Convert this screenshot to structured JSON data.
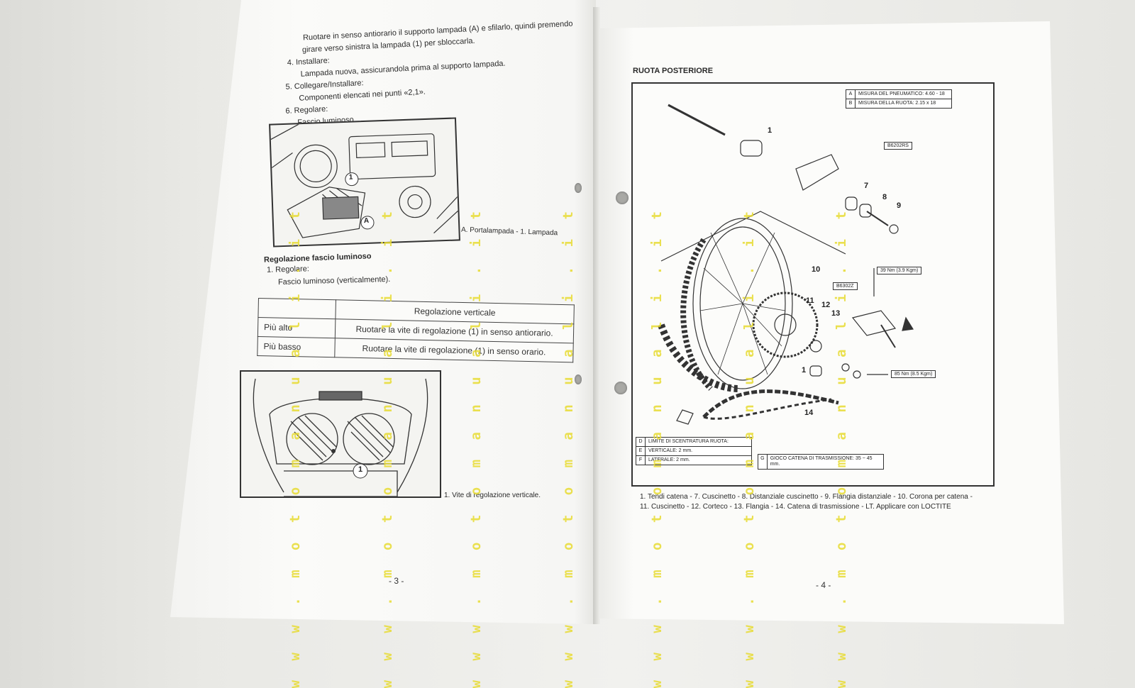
{
  "left_page": {
    "instructions": [
      "Ruotare in senso antiorario il supporto lampada (A) e sfilarlo, quindi premendo",
      "girare verso sinistra la lampada (1) per sbloccarla.",
      "4.   Installare:",
      "Lampada nuova, assicurandola prima al supporto lampada.",
      "5.   Collegare/Installare:",
      "Componenti elencati nei punti «2,1».",
      "6.   Regolare:",
      "Fascio luminoso."
    ],
    "figure1_callouts": [
      "1",
      "A"
    ],
    "figure1_caption": "A. Portalampada - 1. Lampada",
    "section_title": "Regolazione fascio luminoso",
    "section_steps": [
      "1.   Regolare:",
      "Fascio luminoso (verticalmente)."
    ],
    "table": {
      "header": "Regolazione verticale",
      "rows": [
        {
          "label": "Più alto",
          "text": "Ruotare la vite di regolazione (1) in senso antiorario."
        },
        {
          "label": "Più basso",
          "text": "Ruotare la vite di regolazione (1) in senso orario."
        }
      ]
    },
    "figure2_callout": "1",
    "figure2_caption": "1.  Vite di regolazione verticale.",
    "page_number": "- 3 -"
  },
  "right_page": {
    "title": "RUOTA POSTERIORE",
    "spec_box": [
      {
        "key": "A",
        "value": "MISURA DEL PNEUMATICO: 4.60 - 18"
      },
      {
        "key": "B",
        "value": "MISURA DELLA RUOTA: 2.15 x 18"
      }
    ],
    "part_code_1": "B6202RS",
    "part_code_2": "B6302Z",
    "torque_1": "39 Nm (3.9 Kgm)",
    "torque_2": "85 Nm (8.5 Kgm)",
    "callouts": [
      "1",
      "7",
      "8",
      "9",
      "10",
      "11",
      "12",
      "13",
      "1",
      "14"
    ],
    "limit_box": [
      {
        "key": "D",
        "value": "LIMITE DI SCENTRATURA RUOTA:"
      },
      {
        "key": "E",
        "value": "VERTICALE: 2 mm."
      },
      {
        "key": "F",
        "value": "LATERALE: 2 mm."
      }
    ],
    "chain_box": {
      "key": "G",
      "value": "GIOCO CATENA DI TRASMISSIONE: 35 ~ 45 mm."
    },
    "legend": [
      "1. Tendi catena - 7. Cuscinetto - 8. Distanziale cuscinetto - 9. Flangia distanziale - 10. Corona per catena -",
      "11. Cuscinetto - 12. Corteco - 13. Flangia - 14. Catena di trasmissione - LT. Applicare con LOCTITE"
    ],
    "page_number": "- 4 -"
  },
  "watermark": "w w w . m o t o m a n u a l i . i t",
  "colors": {
    "watermark": "#e8dc33",
    "paper": "#fbfbf9",
    "ink": "#2a2a2a"
  }
}
